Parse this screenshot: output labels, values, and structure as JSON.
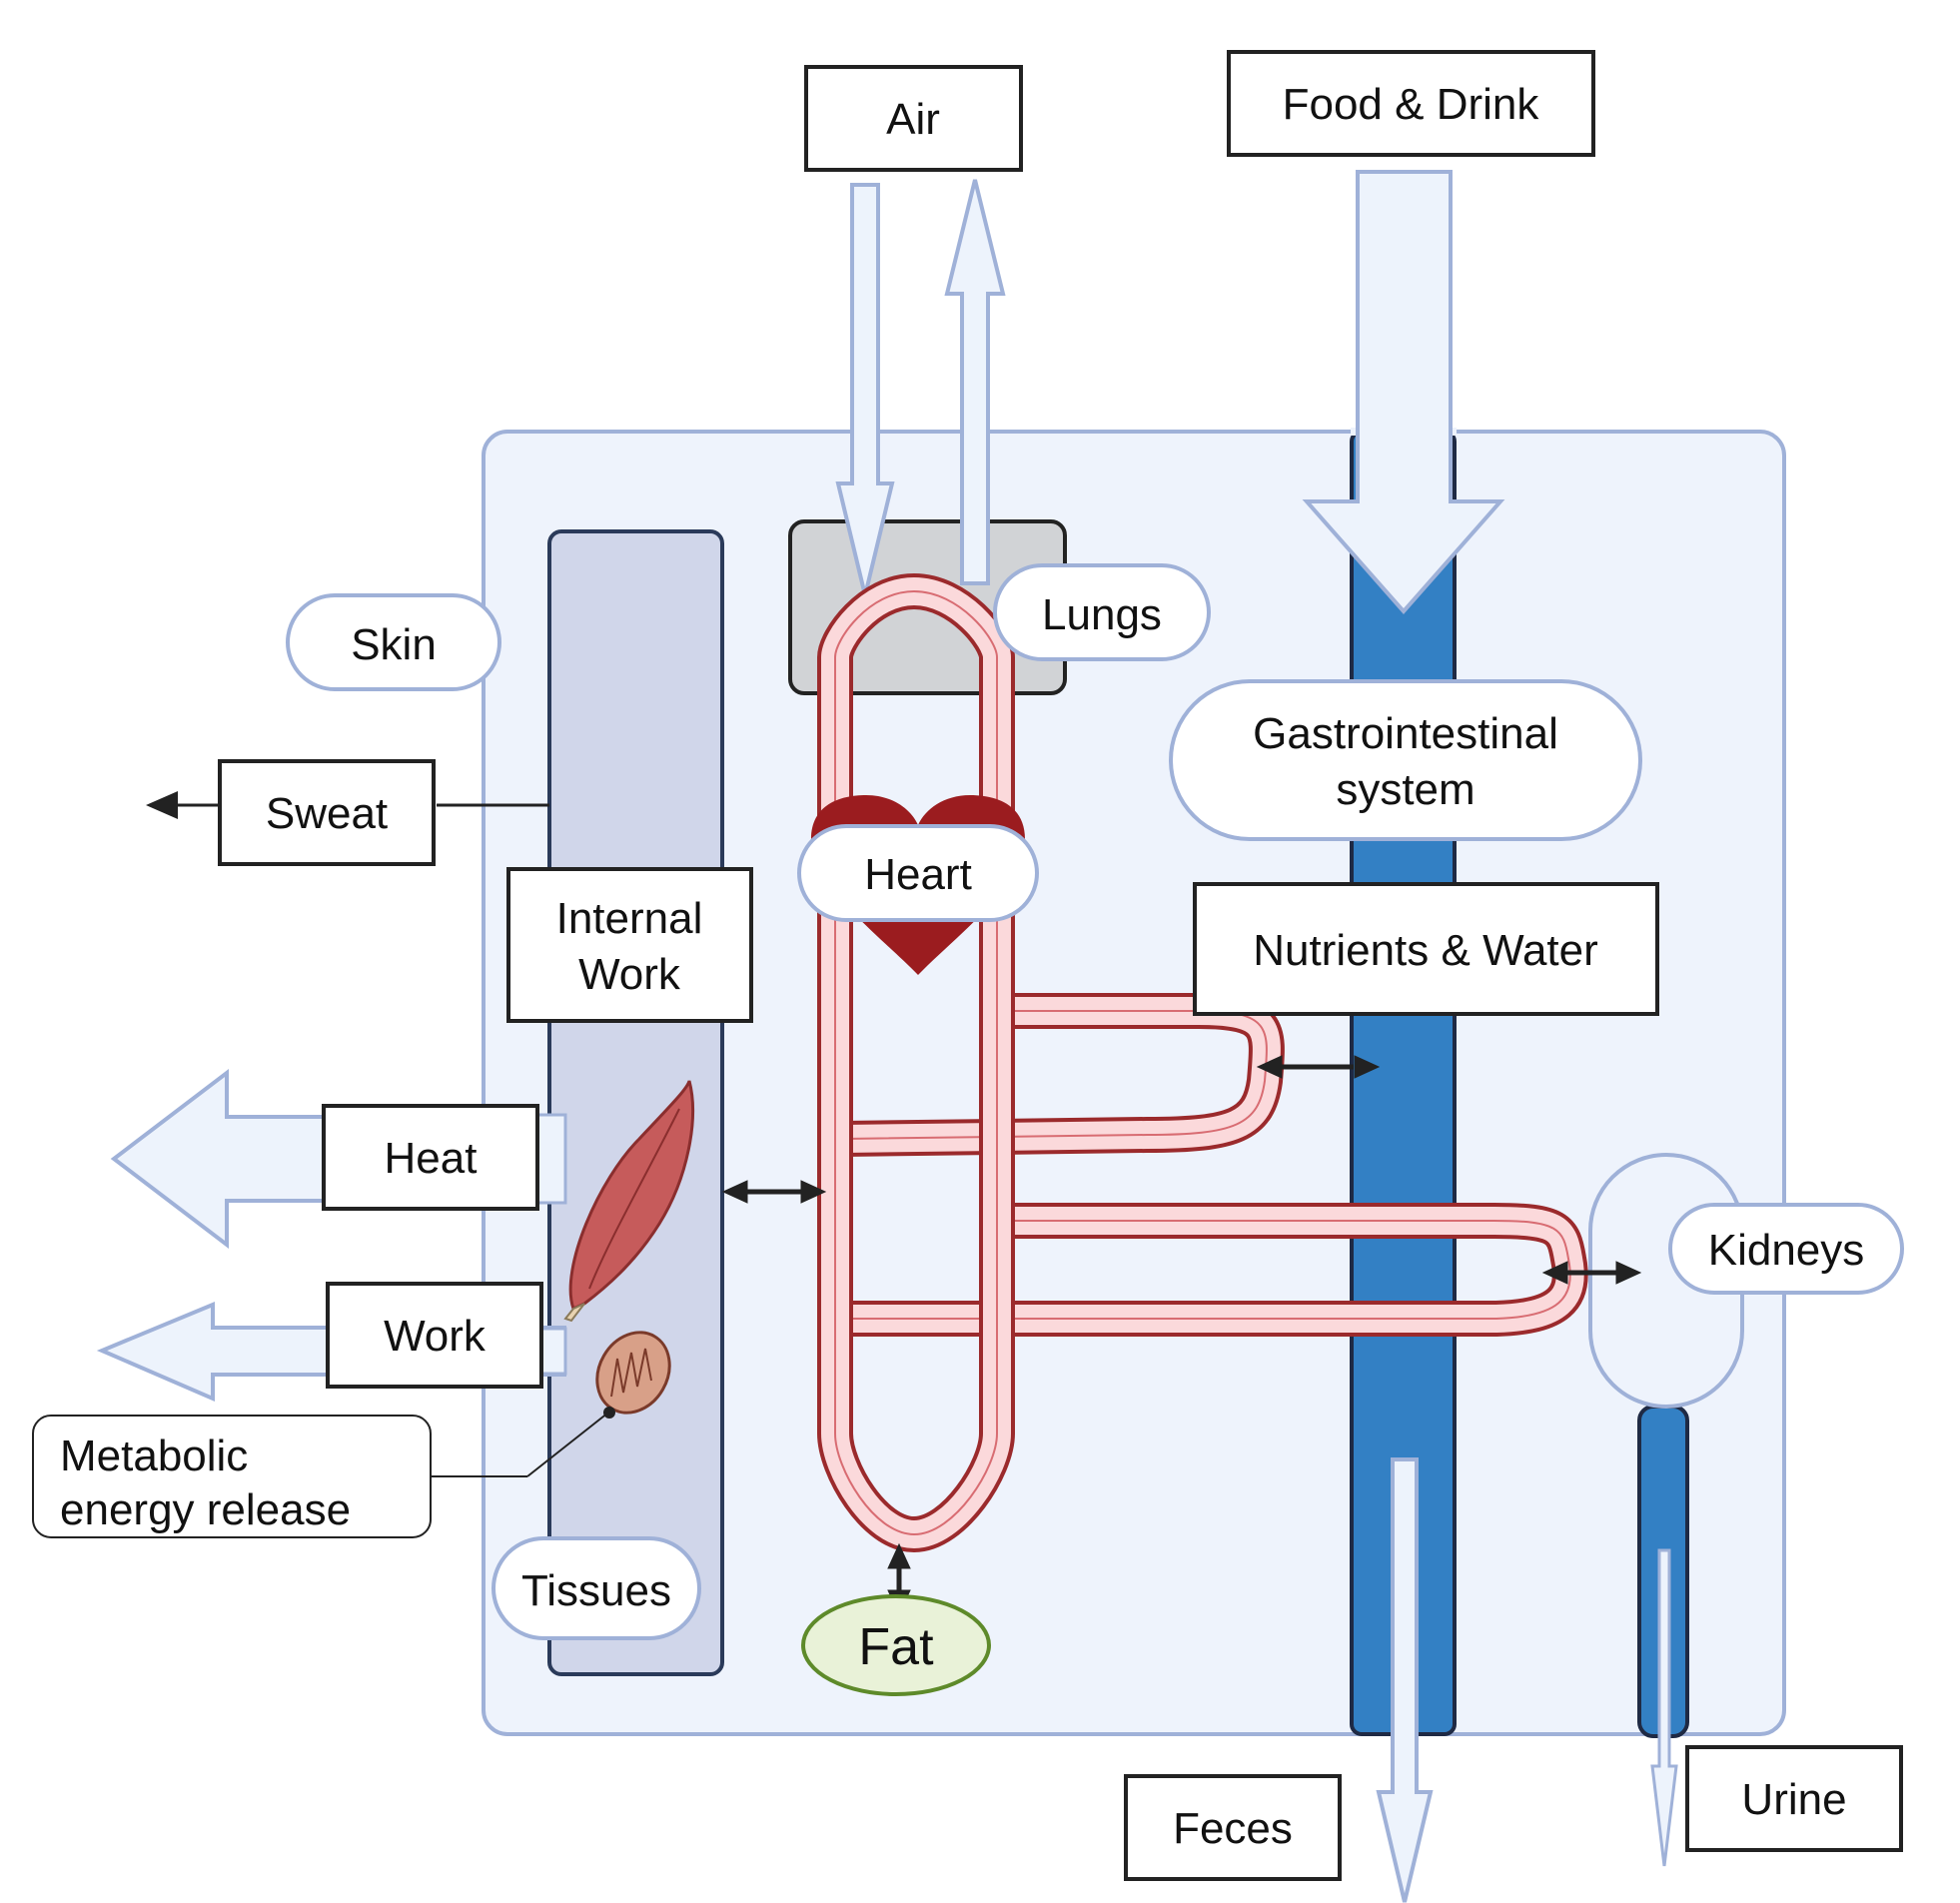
{
  "labels": {
    "air": "Air",
    "food_drink": "Food & Drink",
    "lungs": "Lungs",
    "skin": "Skin",
    "sweat": "Sweat",
    "gastrointestinal_line1": "Gastrointestinal",
    "gastrointestinal_line2": "system",
    "heart": "Heart",
    "nutrients_water": "Nutrients & Water",
    "internal_work_line1": "Internal",
    "internal_work_line2": "Work",
    "heat": "Heat",
    "work": "Work",
    "kidneys": "Kidneys",
    "metabolic_line1": "Metabolic",
    "metabolic_line2": "energy release",
    "tissues": "Tissues",
    "fat": "Fat",
    "feces": "Feces",
    "urine": "Urine"
  },
  "colors": {
    "body_fill": "#eef3fc",
    "outline_blue": "#9fb1d8",
    "gi_blue": "#3380c4",
    "tissue_fill": "#d0d6ea",
    "lung_fill": "#d1d3d6",
    "vessel_fill": "#fbd9db",
    "vessel_stroke": "#9b2a2c",
    "heart_red": "#9b1c1f",
    "fat_fill": "#e9f2d8",
    "fat_stroke": "#5e8a2a",
    "arrow_fill": "#edf3fc"
  },
  "icons": [
    "heart-icon",
    "muscle-icon",
    "mitochondrion-icon"
  ]
}
